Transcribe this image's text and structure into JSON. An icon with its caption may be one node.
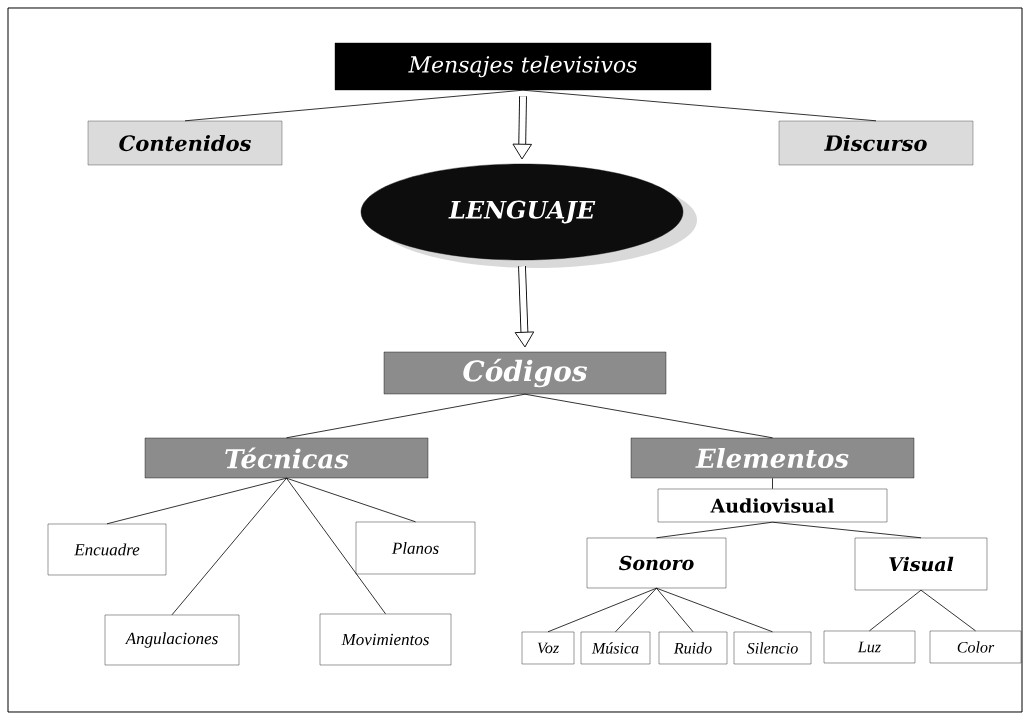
{
  "diagram": {
    "nodes": [
      {
        "text": [
          "Mensajes televisivos"
        ]
      },
      {
        "text": [
          "Contenidos"
        ]
      },
      {
        "text": [
          "Discurso"
        ]
      },
      {
        "text": [
          "LENGUAJE"
        ]
      },
      {
        "text": [
          "Códigos"
        ]
      },
      {
        "text": [
          "Técnicas"
        ]
      },
      {
        "text": [
          "Elementos"
        ]
      },
      {
        "text": [
          "Encuadre"
        ]
      },
      {
        "text": [
          "Planos"
        ]
      },
      {
        "text": [
          "Angulaciones"
        ]
      },
      {
        "text": [
          "Movimientos"
        ]
      },
      {
        "text": [
          "Audiovisual"
        ]
      },
      {
        "text": [
          "Sonoro"
        ]
      },
      {
        "text": [
          "Visual"
        ]
      },
      {
        "text": [
          "Voz"
        ]
      },
      {
        "text": [
          "Música"
        ]
      },
      {
        "text": [
          "Ruido"
        ]
      },
      {
        "text": [
          "Silencio"
        ]
      },
      {
        "text": [
          "Luz"
        ]
      },
      {
        "text": [
          "Color"
        ]
      }
    ],
    "edges": [
      {
        "from": 0,
        "to": 1,
        "arrow": "none"
      },
      {
        "from": 0,
        "to": 2,
        "arrow": "none"
      },
      {
        "from": 0,
        "to": 3,
        "arrow": "to",
        "style": "thick"
      },
      {
        "from": 3,
        "to": 4,
        "arrow": "to",
        "style": "thick"
      },
      {
        "from": 4,
        "to": 5,
        "arrow": "none"
      },
      {
        "from": 4,
        "to": 6,
        "arrow": "none"
      },
      {
        "from": 5,
        "to": 7,
        "arrow": "none"
      },
      {
        "from": 5,
        "to": 8,
        "arrow": "none"
      },
      {
        "from": 5,
        "to": 9,
        "arrow": "none"
      },
      {
        "from": 5,
        "to": 10,
        "arrow": "none"
      },
      {
        "from": 6,
        "to": 11,
        "arrow": "none"
      },
      {
        "from": 11,
        "to": 12,
        "arrow": "none"
      },
      {
        "from": 11,
        "to": 13,
        "arrow": "none"
      },
      {
        "from": 12,
        "to": 14,
        "arrow": "none"
      },
      {
        "from": 12,
        "to": 15,
        "arrow": "none"
      },
      {
        "from": 12,
        "to": 16,
        "arrow": "none"
      },
      {
        "from": 12,
        "to": 17,
        "arrow": "none"
      },
      {
        "from": 13,
        "to": 18,
        "arrow": "none"
      },
      {
        "from": 13,
        "to": 19,
        "arrow": "none"
      }
    ]
  }
}
